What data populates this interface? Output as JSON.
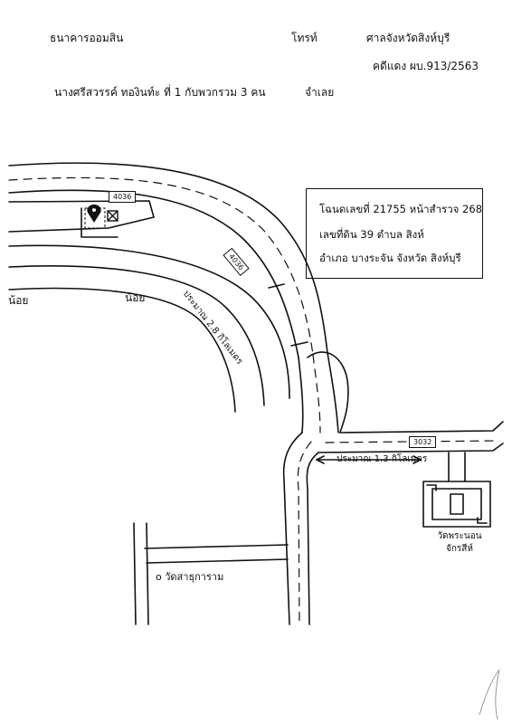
{
  "header": {
    "bank_name": "ธนาคารออมสิน",
    "phone_label": "โทรท์",
    "court": "ศาลจังหวัดสิงห์บุรี",
    "case_number": "คดีแดง ผบ.913/2563",
    "debtor": "นางศรีสวรรค์ ทองินท์ะ ที่ 1 กับพวกรวม 3 คน",
    "defendant_label": "จำเลย"
  },
  "deed_box": {
    "line1": "โฉนดเลขที่ 21755 หน้าสำรวจ 268",
    "line2": "เลขที่ดิน 39 ตำบล สิงห์",
    "line3": "อำเภอ บางระจัน จังหวัด สิงห์บุรี"
  },
  "roads": {
    "route_4036": "4036",
    "route_3032": "3032",
    "distance_curve": "ประมาณ 2.8 กิโลเมตร",
    "distance_straight": "ประมาณ 1.3 กิโลเมตร"
  },
  "labels": {
    "river_left": "น้อย",
    "river_mid": "น้อย",
    "temple_right": "วัดพระนอน จักรสีห์",
    "temple_bottom": "o วัดสาธุการาม"
  },
  "icons": {
    "property_marker": "map-pin-icon",
    "property_plot": "crossed-box-icon"
  }
}
